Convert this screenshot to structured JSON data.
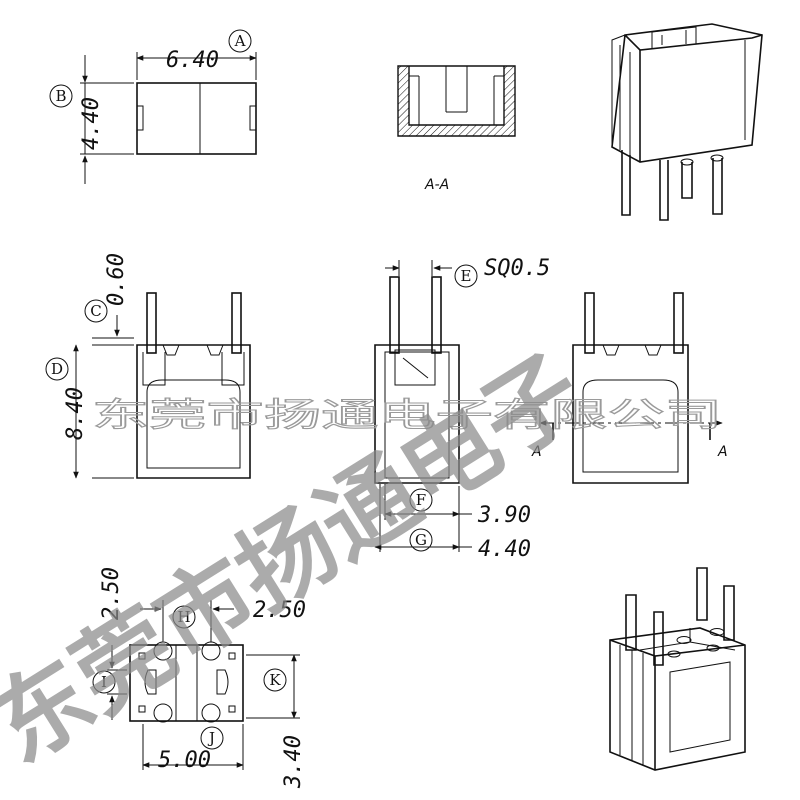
{
  "dimensions": {
    "top_width": "6.40",
    "top_depth": "4.40",
    "pin_offset": "0.60",
    "height": "8.40",
    "pin_square": "SQ0.5",
    "side_inner": "3.90",
    "side_outer": "4.40",
    "pin_pitch_v": "2.50",
    "pin_pitch_h": "2.50",
    "bottom_width": "5.00",
    "bottom_depth": "3.40"
  },
  "callouts": [
    "A",
    "B",
    "C",
    "D",
    "E",
    "F",
    "G",
    "H",
    "I",
    "J",
    "K"
  ],
  "section": {
    "label": "A-A",
    "cut_left": "A",
    "cut_right": "A"
  },
  "watermark": {
    "large": "东莞市扬通电子",
    "line": "东莞市扬通电子有限公司"
  }
}
